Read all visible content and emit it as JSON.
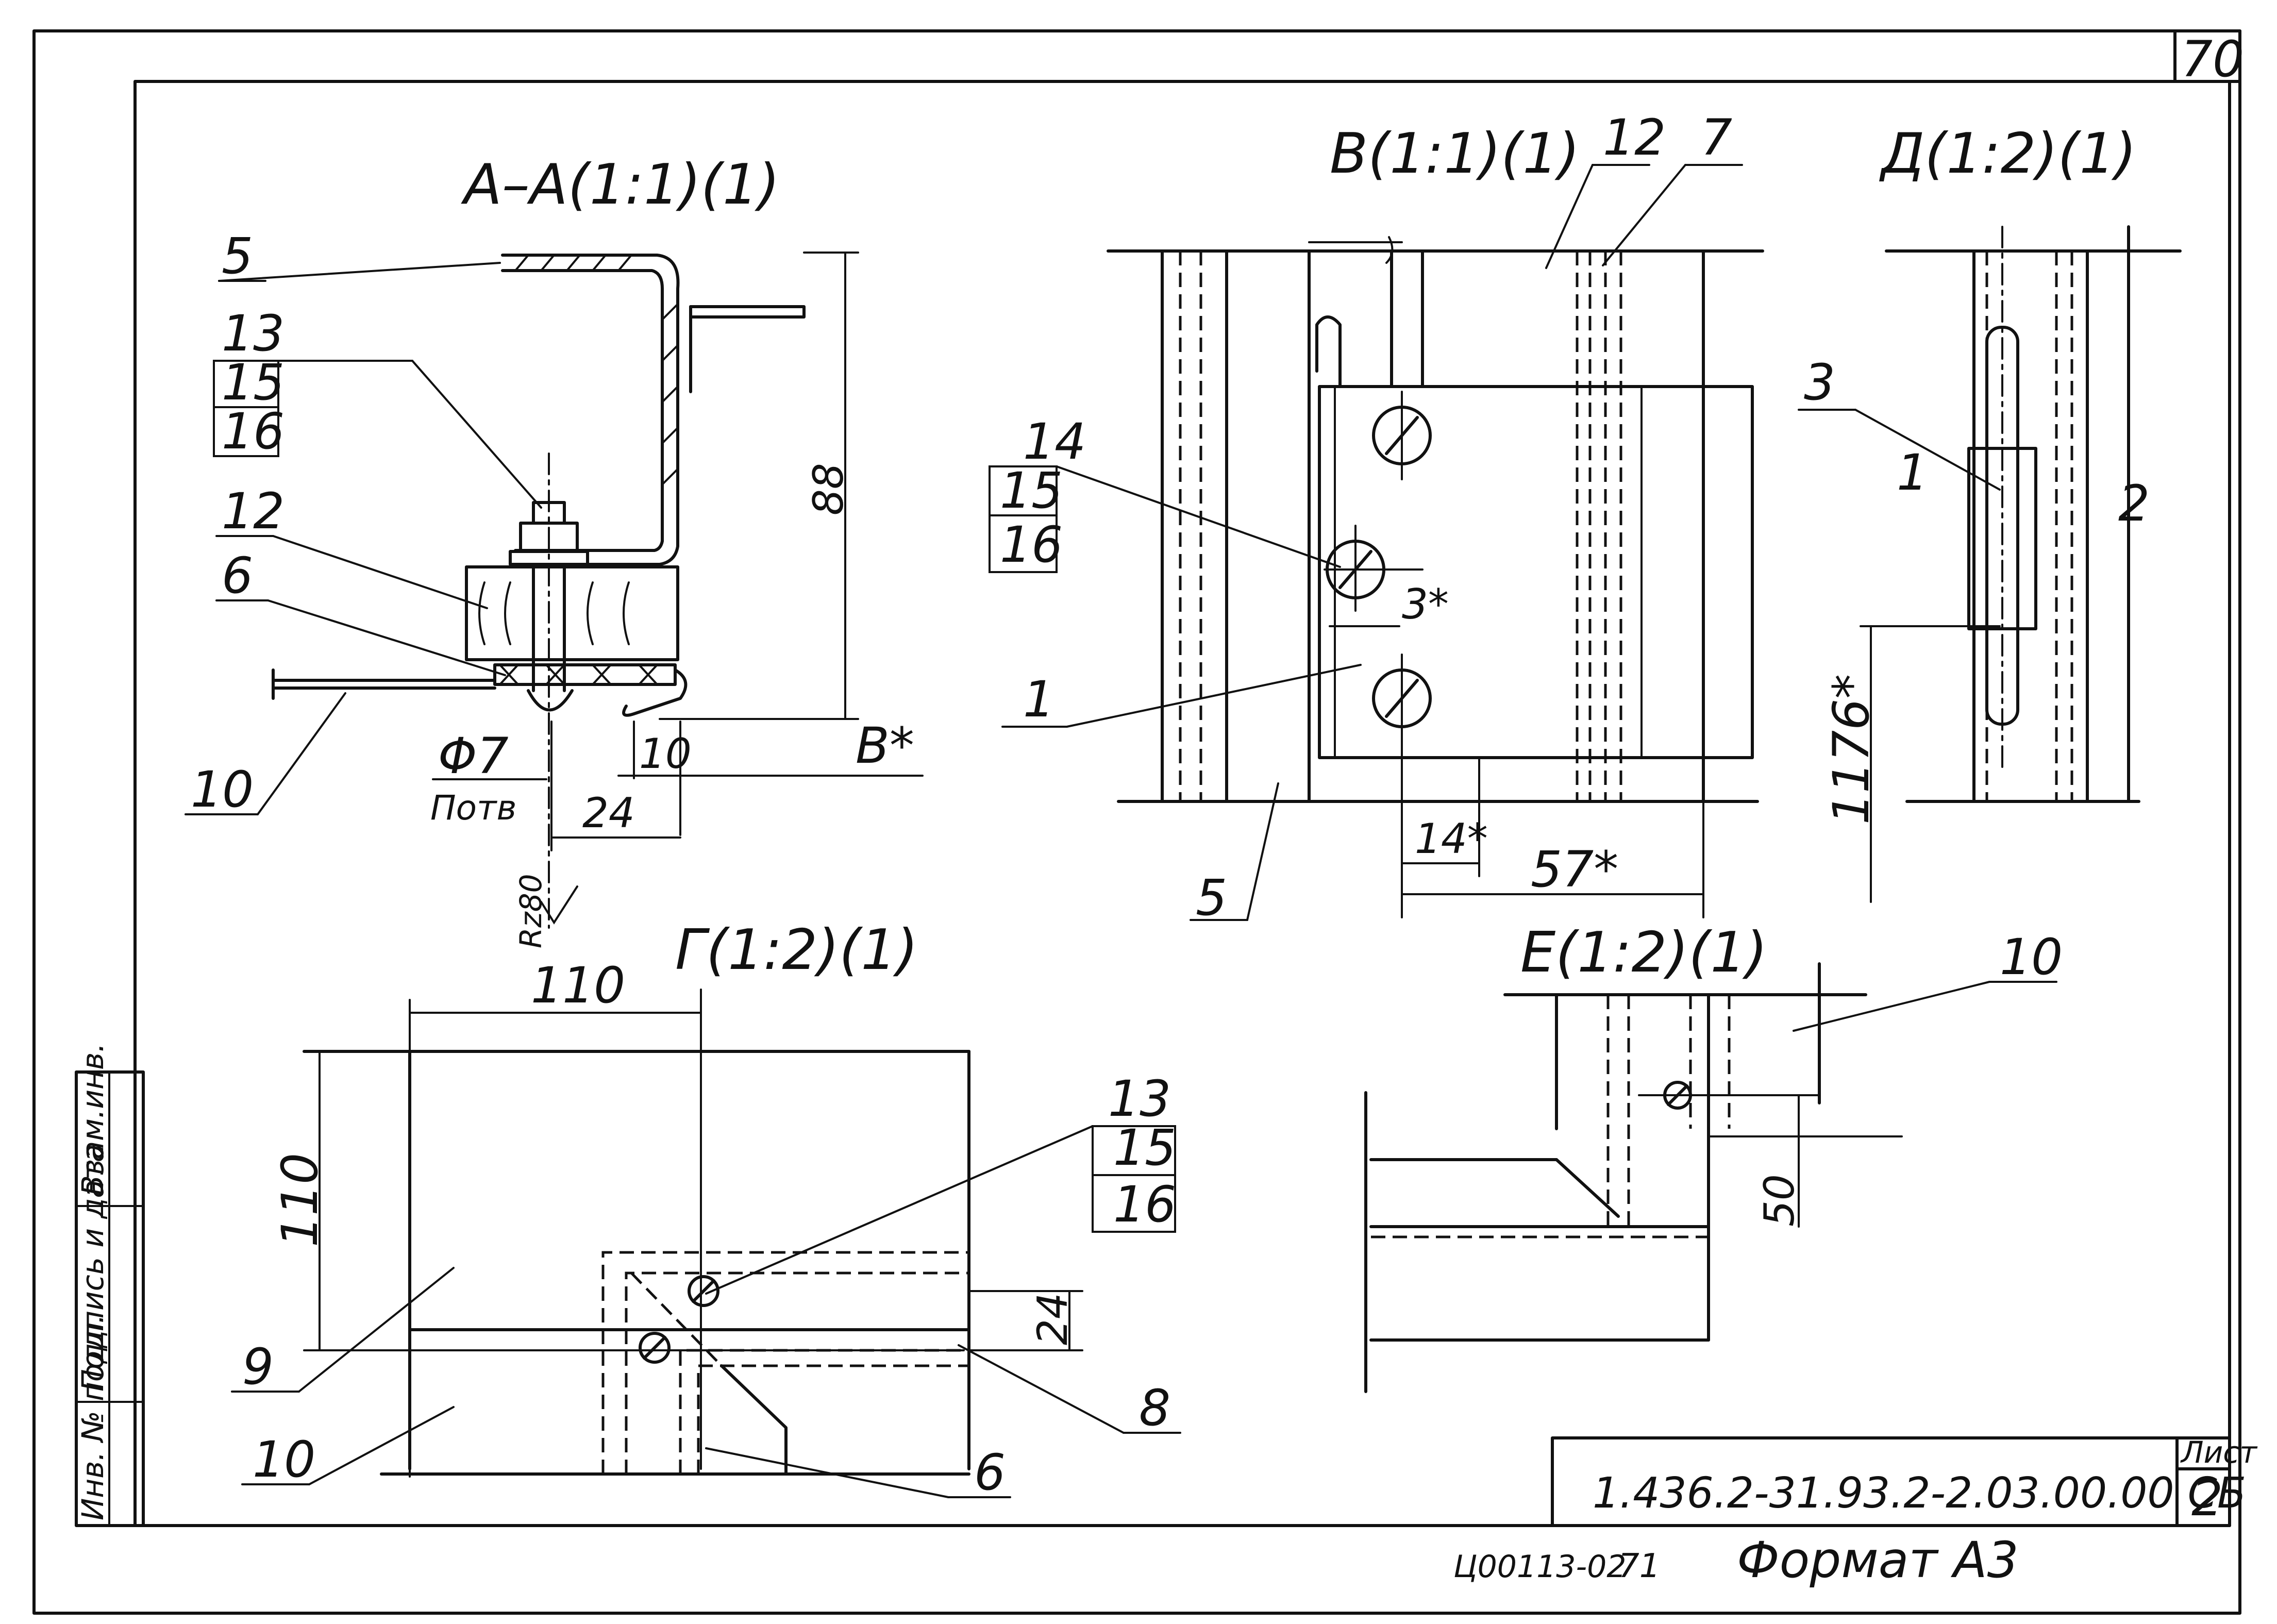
{
  "sheet": {
    "sheet_number": "70",
    "document_code": "1.436.2-31.93.2-2.03.00.00 СБ",
    "list_label": "Лист",
    "list_value": "2",
    "footer_code": "Ц00113-02",
    "footer_number": "71",
    "format_label": "Формат А3"
  },
  "side_stamp": {
    "col_inv": "Инв. № подл.",
    "col_sign": "Подпись и дата",
    "col_replace": "Взам.инв."
  },
  "views": {
    "section_aa": {
      "title": "А–А(1:1)(1)",
      "callout_5": "5",
      "callout_13": "13",
      "callout_15": "15",
      "callout_16": "16",
      "callout_12": "12",
      "callout_6": "6",
      "callout_10": "10",
      "dim_88": "88",
      "dim_10": "10",
      "dim_24": "24",
      "dim_b": "В*",
      "dim_phi": "Φ7",
      "dim_hole": "Потв",
      "roughness": "Rz80"
    },
    "view_b": {
      "title": "В(1:1)(1)",
      "callout_12": "12",
      "callout_7": "7",
      "callout_14": "14",
      "callout_15": "15",
      "callout_16": "16",
      "callout_1": "1",
      "callout_5": "5",
      "dim_3": "3*",
      "dim_14": "14*",
      "dim_57": "57*"
    },
    "view_d": {
      "title": "Д(1:2)(1)",
      "callout_3": "3",
      "mark_1": "1",
      "mark_2": "2",
      "dim_1176": "1176*"
    },
    "view_g": {
      "title": "Г(1:2)(1)",
      "dim_110_top": "110",
      "dim_110_left": "110",
      "dim_24": "24",
      "callout_13": "13",
      "callout_15": "15",
      "callout_16": "16",
      "callout_9": "9",
      "callout_10": "10",
      "callout_8": "8",
      "callout_6": "6"
    },
    "view_e": {
      "title": "Е(1:2)(1)",
      "callout_10": "10",
      "dim_50": "50"
    }
  }
}
